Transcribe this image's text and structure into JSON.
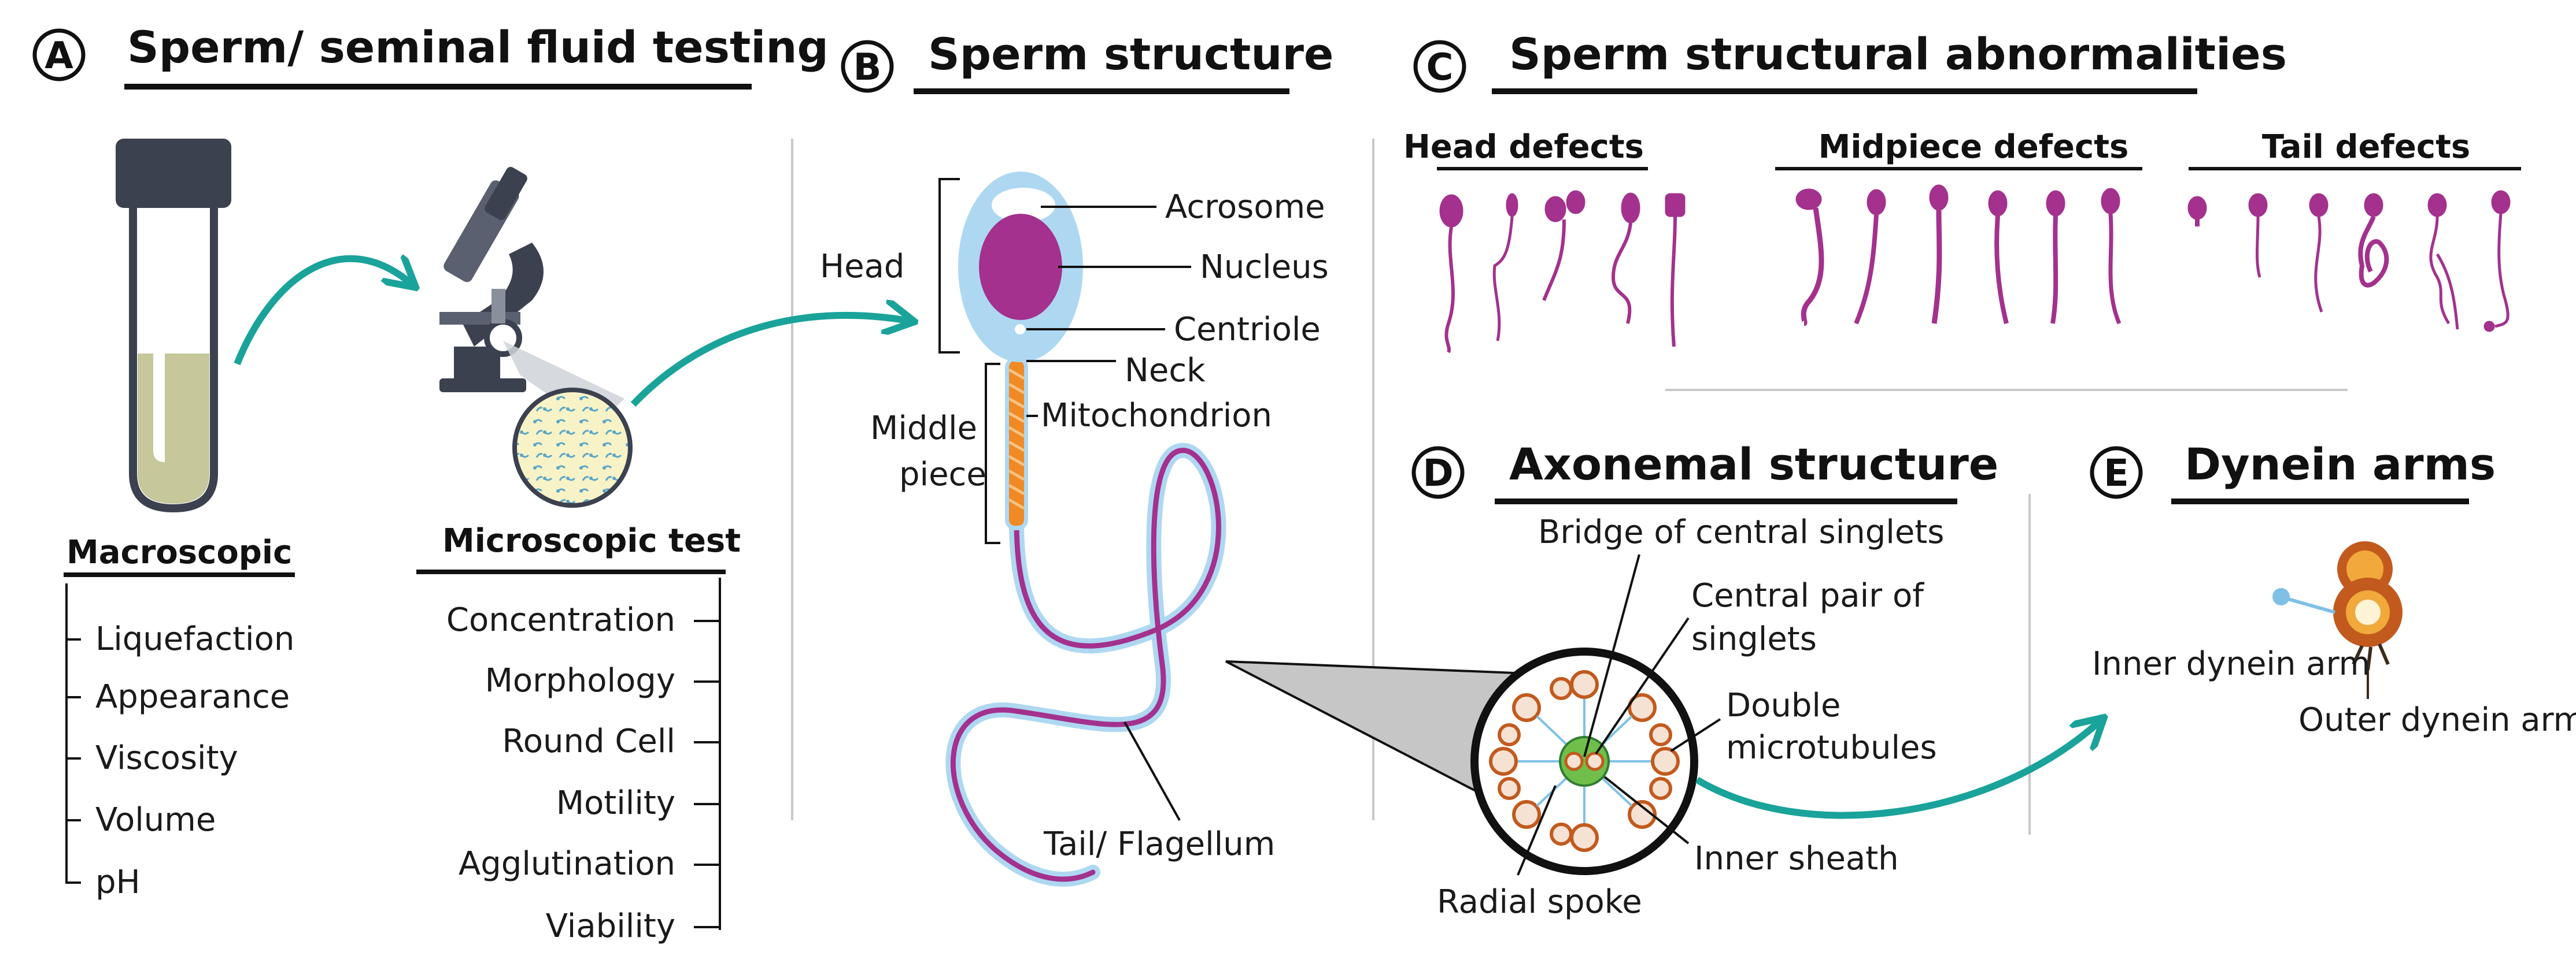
{
  "panelA": {
    "badge": "A",
    "title": "Sperm/ seminal fluid testing",
    "macroscopic": {
      "heading": "Macroscopic",
      "items": [
        "Liquefaction",
        "Appearance",
        "Viscosity",
        "Volume",
        "pH"
      ]
    },
    "microscopic": {
      "heading": "Microscopic test",
      "items": [
        "Concentration",
        "Morphology",
        "Round Cell",
        "Motility",
        "Agglutination",
        "Viability"
      ]
    }
  },
  "panelB": {
    "badge": "B",
    "title": "Sperm structure",
    "labels": {
      "head": "Head",
      "acrosome": "Acrosome",
      "nucleus": "Nucleus",
      "centriole": "Centriole",
      "neck": "Neck",
      "mitochondrion": "Mitochondrion",
      "middle_1": "Middle",
      "middle_2": "piece",
      "tail": "Tail/ Flagellum"
    }
  },
  "panelC": {
    "badge": "C",
    "title": "Sperm structural abnormalities",
    "groups": [
      "Head defects",
      "Midpiece defects",
      "Tail defects"
    ]
  },
  "panelD": {
    "badge": "D",
    "title": "Axonemal structure",
    "labels": {
      "bridge": "Bridge of central singlets",
      "central_1": "Central pair of",
      "central_2": "singlets",
      "double_1": "Double",
      "double_2": "microtubules",
      "inner_sheath": "Inner sheath",
      "radial_spoke": "Radial spoke"
    }
  },
  "panelE": {
    "badge": "E",
    "title": "Dynein arms",
    "labels": {
      "inner": "Inner dynein arm",
      "outer": "Outer dynein arm"
    }
  },
  "colors": {
    "teal": "#1aa39a",
    "magenta": "#a3318d",
    "lightblue": "#aed8f2",
    "orange": "#f08a24",
    "dark": "#3c4150"
  }
}
